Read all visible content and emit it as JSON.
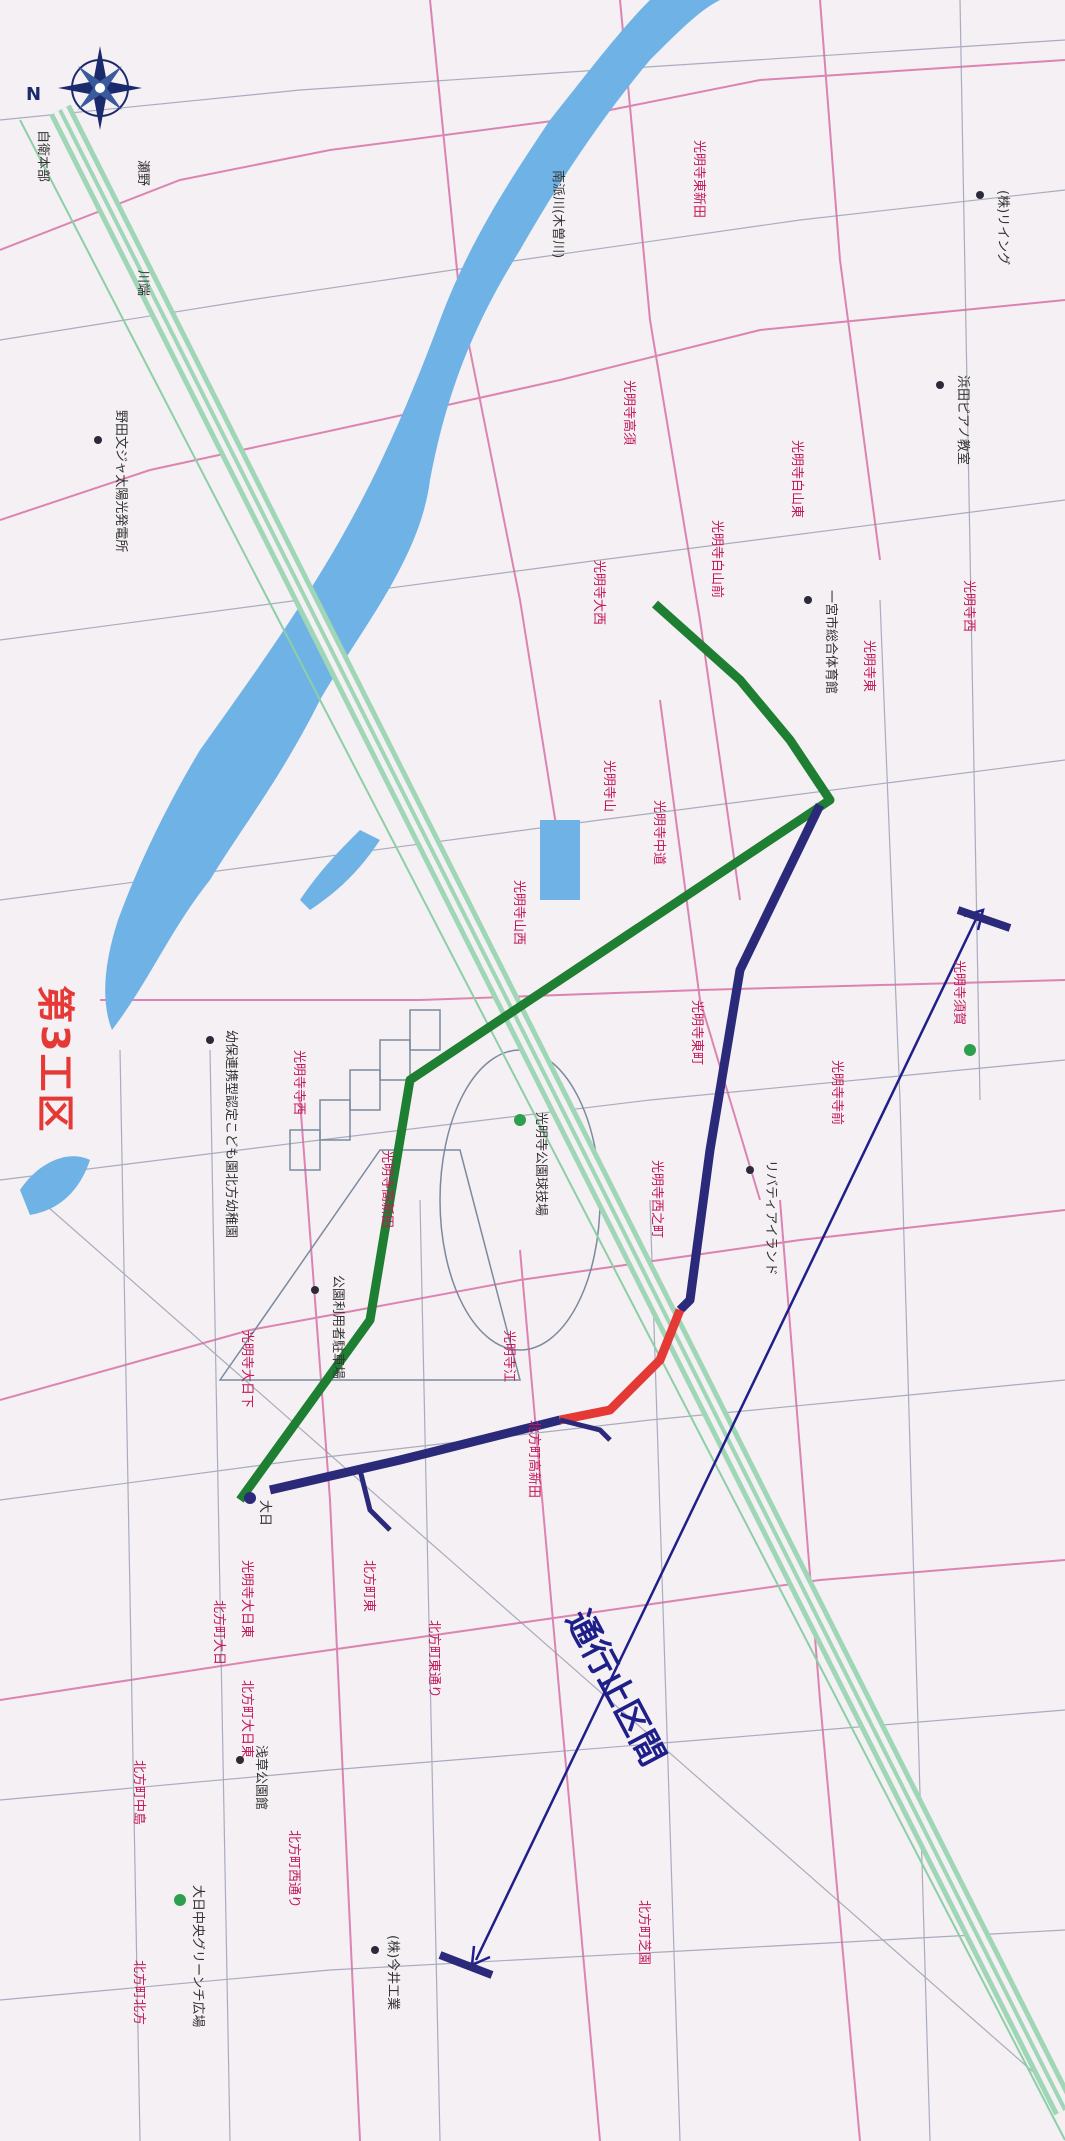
{
  "title": "第3工区",
  "closure_label": "通行止区間",
  "compass": {
    "north_label": "N"
  },
  "colors": {
    "river": "#6fb3e6",
    "green_route": "#1e7f33",
    "navy_route": "#2b2a7a",
    "red_route": "#e53935",
    "highway": "#9fd6b6",
    "roads": "#8a90a8",
    "districts": "#d66aa1",
    "background": "#f4f0f3"
  },
  "places": {
    "p1": "野田文ジャ太陽光発電所",
    "p2": "光明寺公園球技場",
    "p3": "公園利用者駐車場",
    "p4": "リバティアイランド",
    "p5": "一宮市総合体育館",
    "p6": "浜田ピアノ教室",
    "p7": "(株)リイング",
    "p8": "大日中央グリーンチ広場",
    "p9": "幼保連携型認定こども園北方幼稚園",
    "p10": "(株)今井工業",
    "p11": "浅草公園館",
    "p12": "南派川(木曽川)",
    "p13": "自衛本部",
    "p14": "大日",
    "p15": "川端",
    "p16": "瀬野"
  },
  "districts": {
    "d1": "光明寺大日下",
    "d2": "光明寺大日東",
    "d3": "光明寺高新田",
    "d4": "光明寺寺西",
    "d5": "光明寺山西",
    "d6": "光明寺山",
    "d7": "光明寺大西",
    "d8": "光明寺白山前",
    "d9": "光明寺白山東",
    "d10": "光明寺高須",
    "d11": "光明寺東新田",
    "d12": "光明寺中道",
    "d13": "光明寺東",
    "d14": "光明寺西",
    "d15": "光明寺寺前",
    "d16": "光明寺西之町",
    "d17": "光明寺東町",
    "d18": "光明寺江",
    "d19": "光明寺須賀",
    "d20": "北方町大日",
    "d21": "北方町大日東",
    "d22": "北方町中島",
    "d23": "北方町北方",
    "d24": "北方町東通り",
    "d25": "北方町西通り",
    "d26": "北方町東",
    "d27": "北方町芝園",
    "d28": "北方町高新田"
  }
}
